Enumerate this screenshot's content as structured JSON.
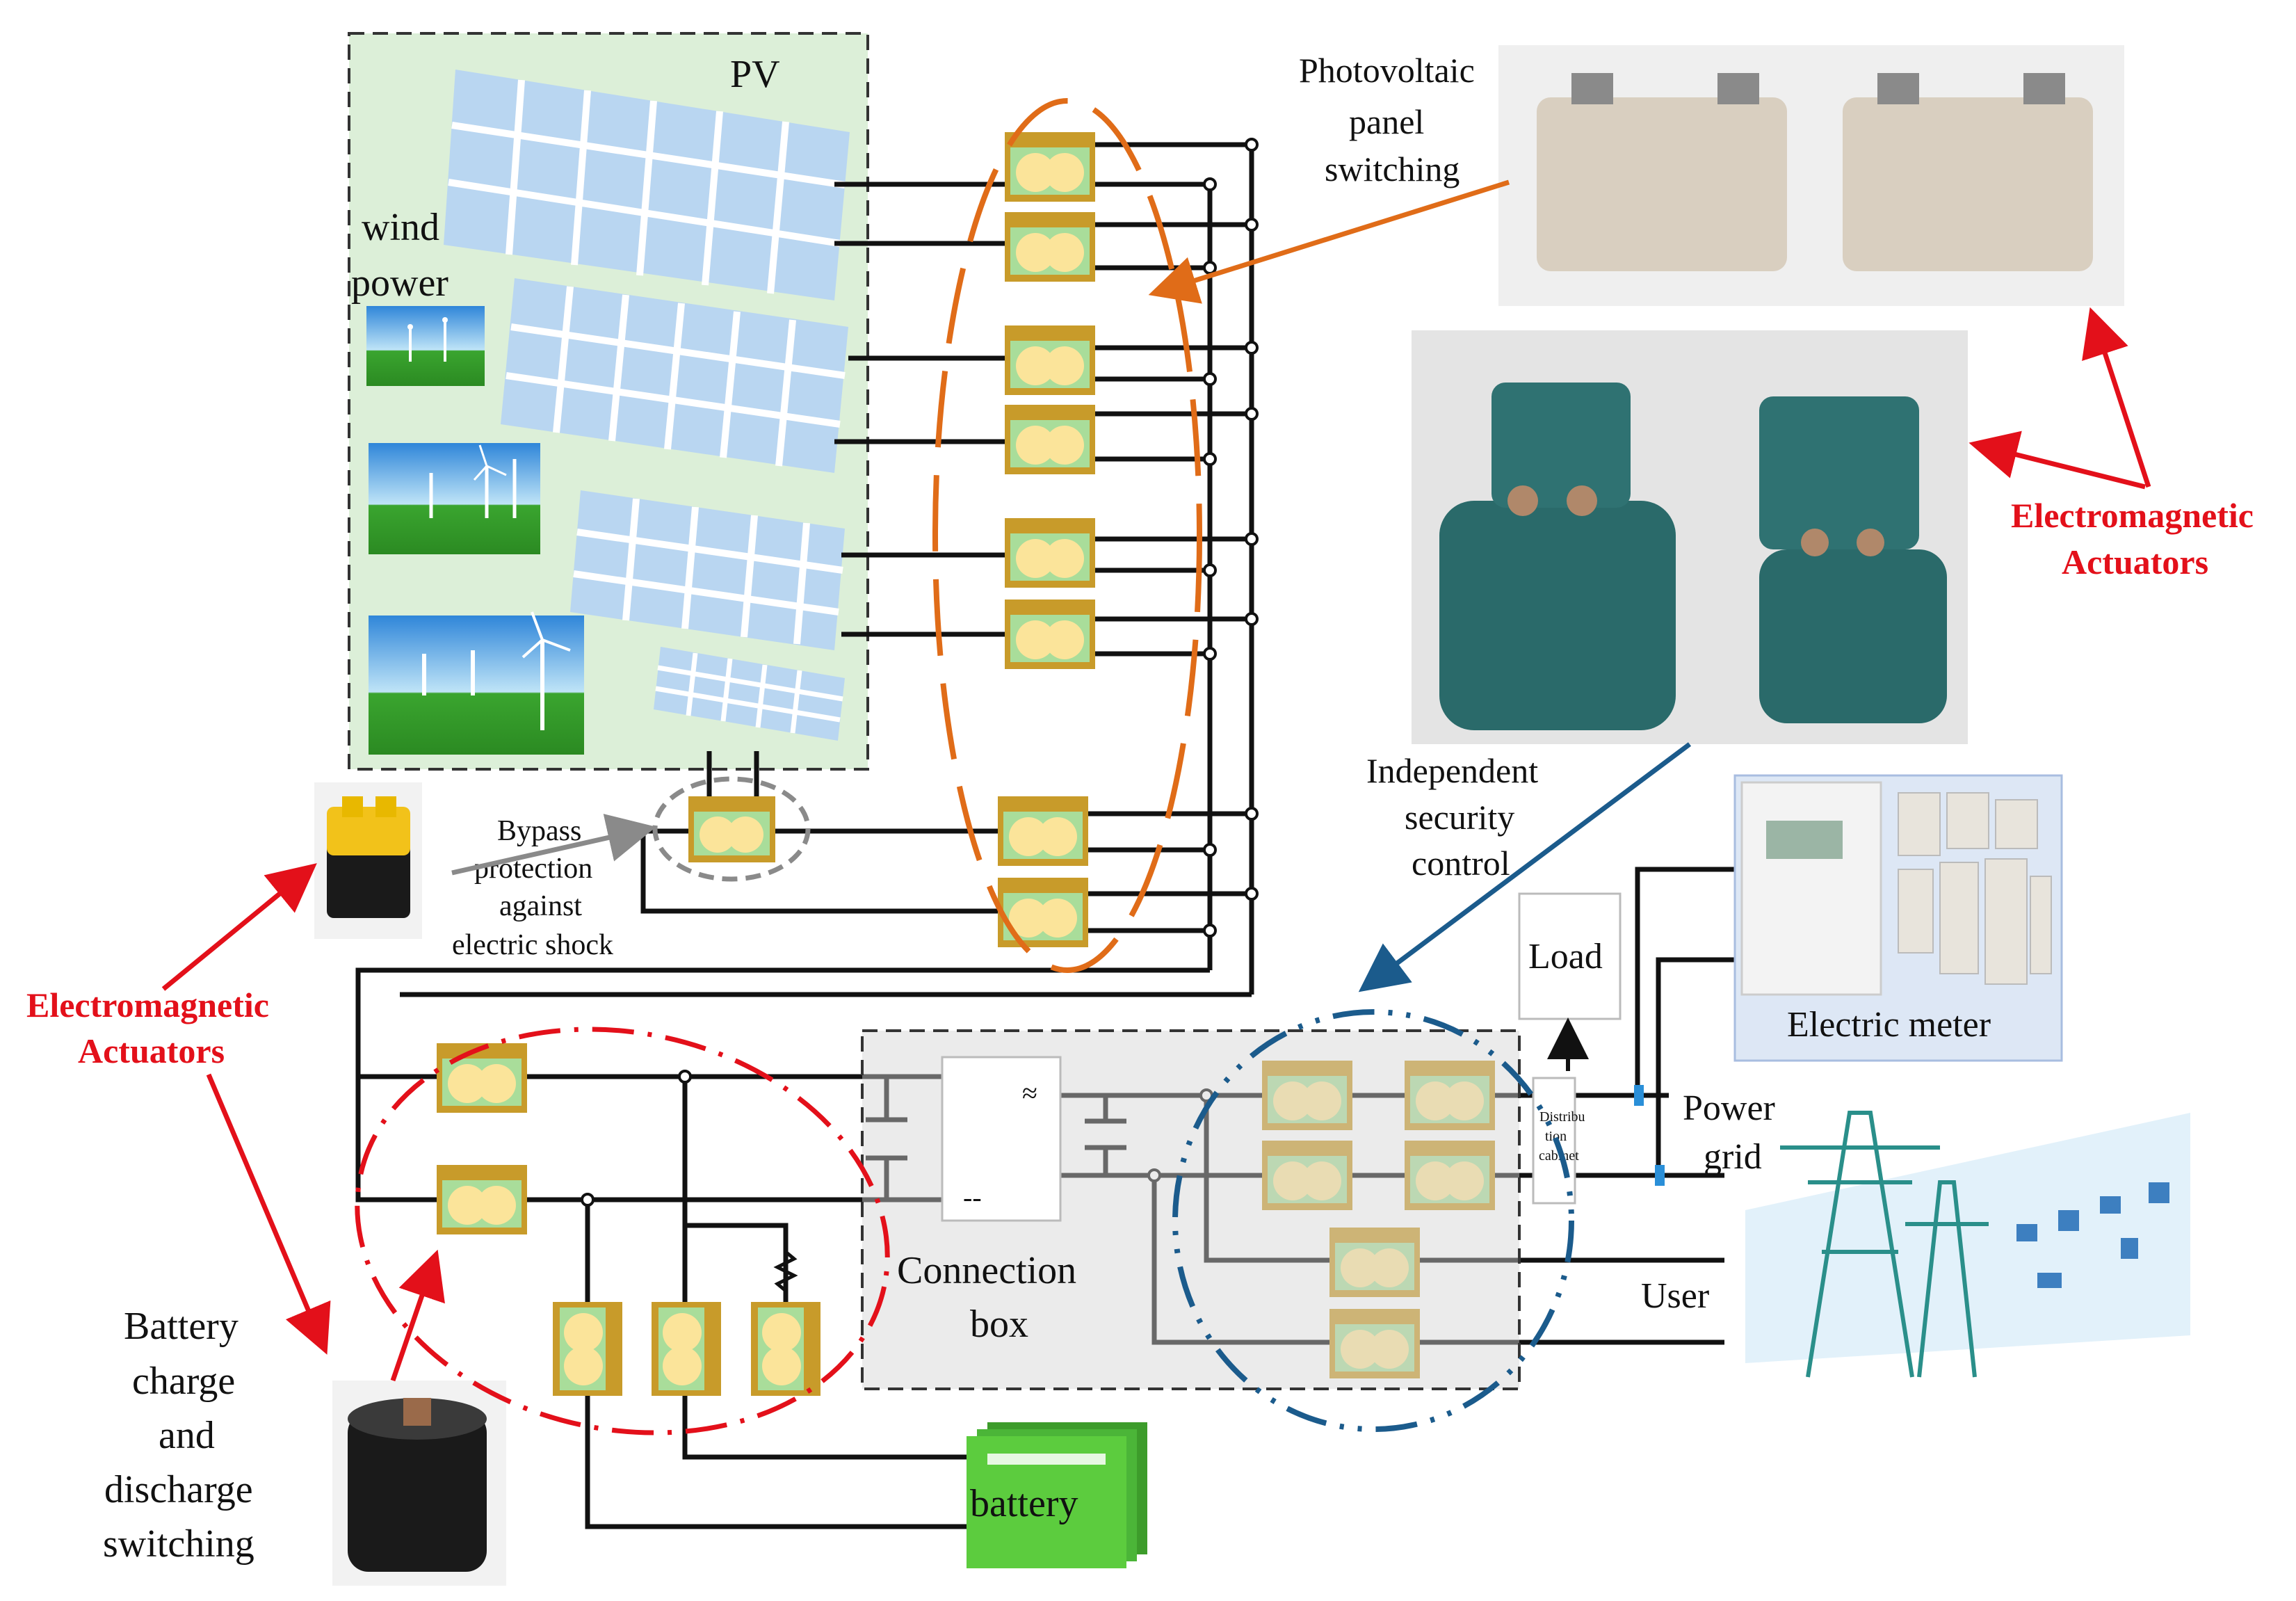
{
  "labels": {
    "pv": "PV",
    "wind": "wind",
    "power": "power",
    "pv_switch_1": "Photovoltaic",
    "pv_switch_2": "panel",
    "pv_switch_3": "switching",
    "em_right_1": "Electromagnetic",
    "em_right_2": "Actuators",
    "em_left_1": "Electromagnetic",
    "em_left_2": "Actuators",
    "bypass_1": "Bypass",
    "bypass_2": "protection",
    "bypass_3": "against",
    "bypass_4": "electric shock",
    "security_1": "Independent",
    "security_2": "security",
    "security_3": "control",
    "load": "Load",
    "meter": "Electric meter",
    "power_grid_1": "Power",
    "power_grid_2": "grid",
    "distribution_1": "Distribu",
    "distribution_2": "tion",
    "distribution_3": "cabinet",
    "inverter_ac": "≈",
    "inverter_dc": "--",
    "connection_1": "Connection",
    "connection_2": "box",
    "user": "User",
    "battery_1": "Battery",
    "battery_2": "charge",
    "battery_3": "and",
    "battery_4": "discharge",
    "battery_5": "switching",
    "battery": "battery"
  },
  "colors": {
    "actuator_fill": "#c89b2a",
    "actuator_inner": "#a9dd9a",
    "actuator_coil": "#fbe49a",
    "pv_panel": "#b9d6f1",
    "pv_area": "#dcefd8",
    "red_callout": "#e3101a",
    "orange_callout": "#e06c18",
    "blue_callout": "#1b5b8c",
    "battery_green": "#5ccc3e"
  }
}
